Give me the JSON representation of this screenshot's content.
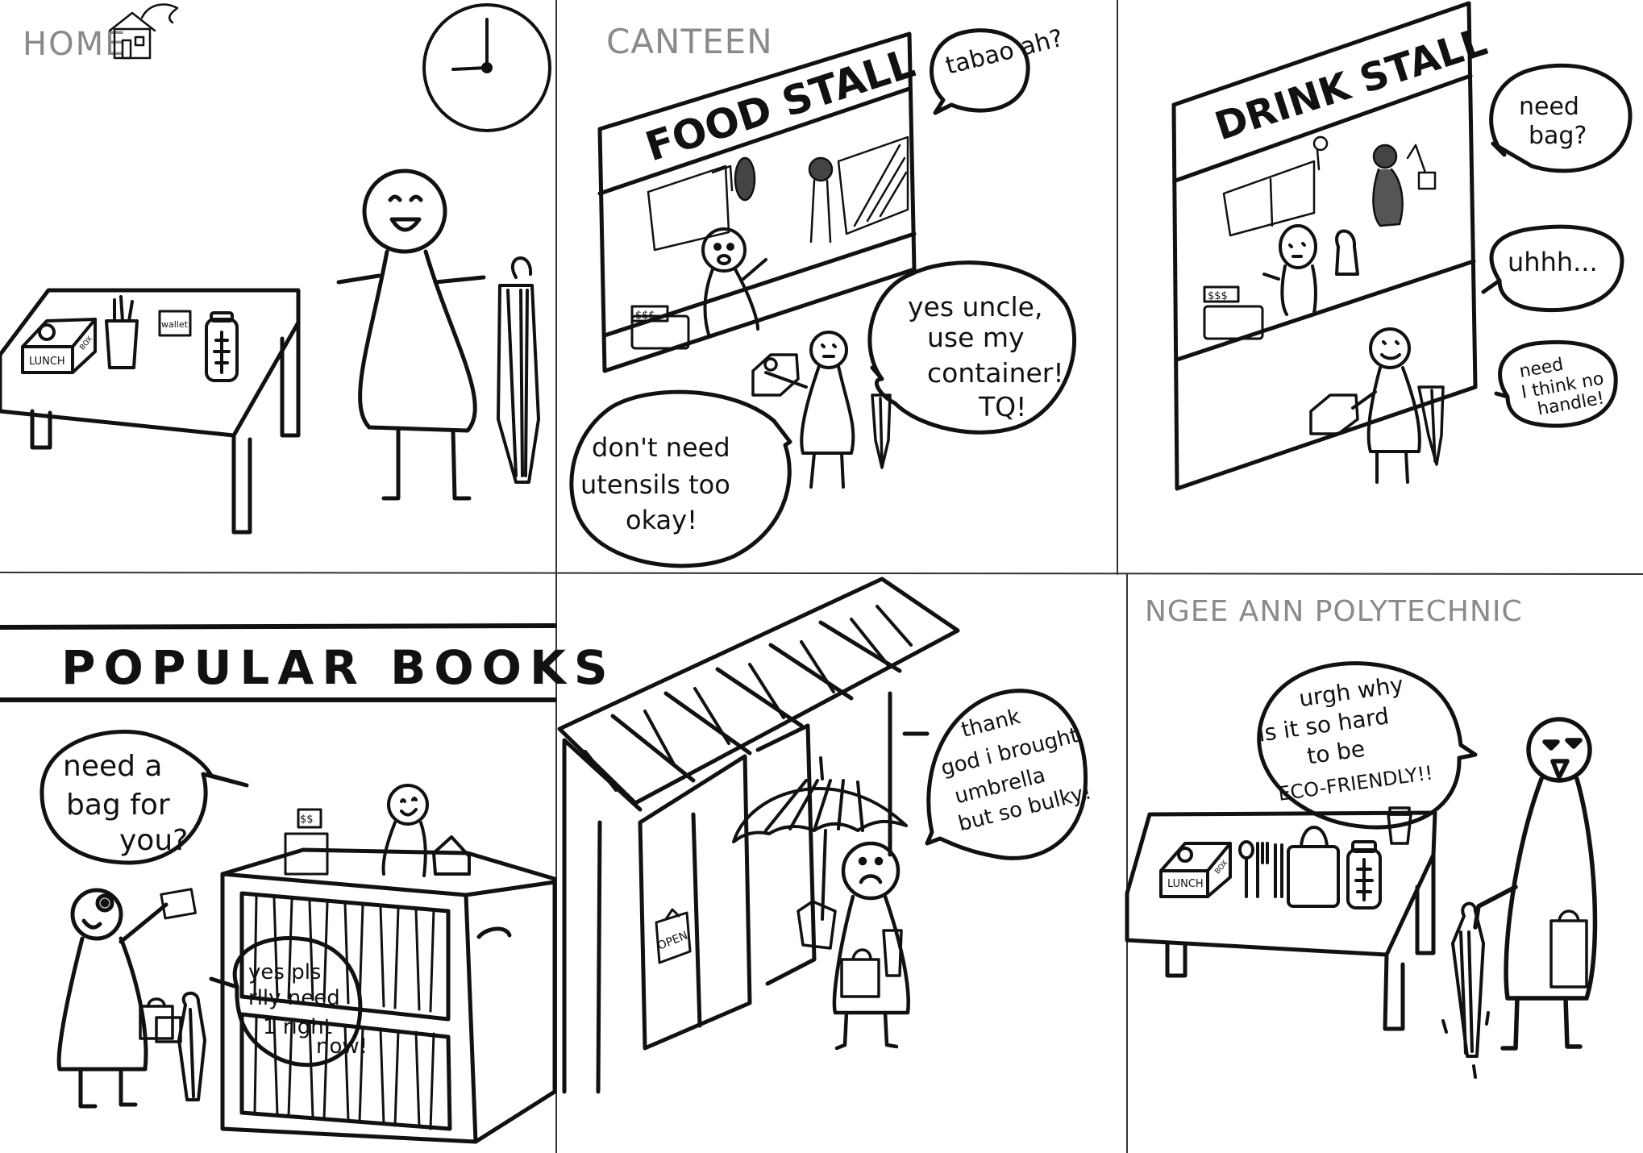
{
  "panels": {
    "home": {
      "label": "HOME",
      "items": {
        "lunch": "LUNCH",
        "box": "BOX",
        "wallet": "wallet"
      }
    },
    "canteen": {
      "label": "CANTEEN",
      "sign": "FOOD STALL",
      "price_tag": "$$$",
      "bubble_uncle": "tabao ah?",
      "bubble_container": [
        "yes uncle,",
        "use my",
        "container!",
        "TQ!"
      ],
      "bubble_utensils": [
        "don't need",
        "utensils too",
        "okay!"
      ]
    },
    "drink": {
      "sign": "DRINK STALL",
      "price_tag": "$$$",
      "bubble_bag": [
        "need",
        "bag?"
      ],
      "bubble_uhhh": "uhhh...",
      "bubble_handle": [
        "need",
        "I think no",
        "handle!"
      ]
    },
    "books": {
      "sign": "POPULAR BOOKS",
      "price_tag": "$$",
      "bubble_cashier": [
        "need a",
        "bag for",
        "you?"
      ],
      "bubble_customer": [
        "yes pls",
        "rlly need",
        "1 right",
        "now!"
      ]
    },
    "rain": {
      "door_sign": "OPEN",
      "bubble": [
        "thank",
        "god i brought",
        "umbrella",
        "but so bulky!"
      ]
    },
    "poly": {
      "label": "NGEE ANN POLYTECHNIC",
      "items": {
        "lunch": "LUNCH",
        "box": "BOX"
      },
      "bubble": [
        "urgh why",
        "is it so hard",
        "to be",
        "ECO-FRIENDLY!!"
      ]
    }
  }
}
